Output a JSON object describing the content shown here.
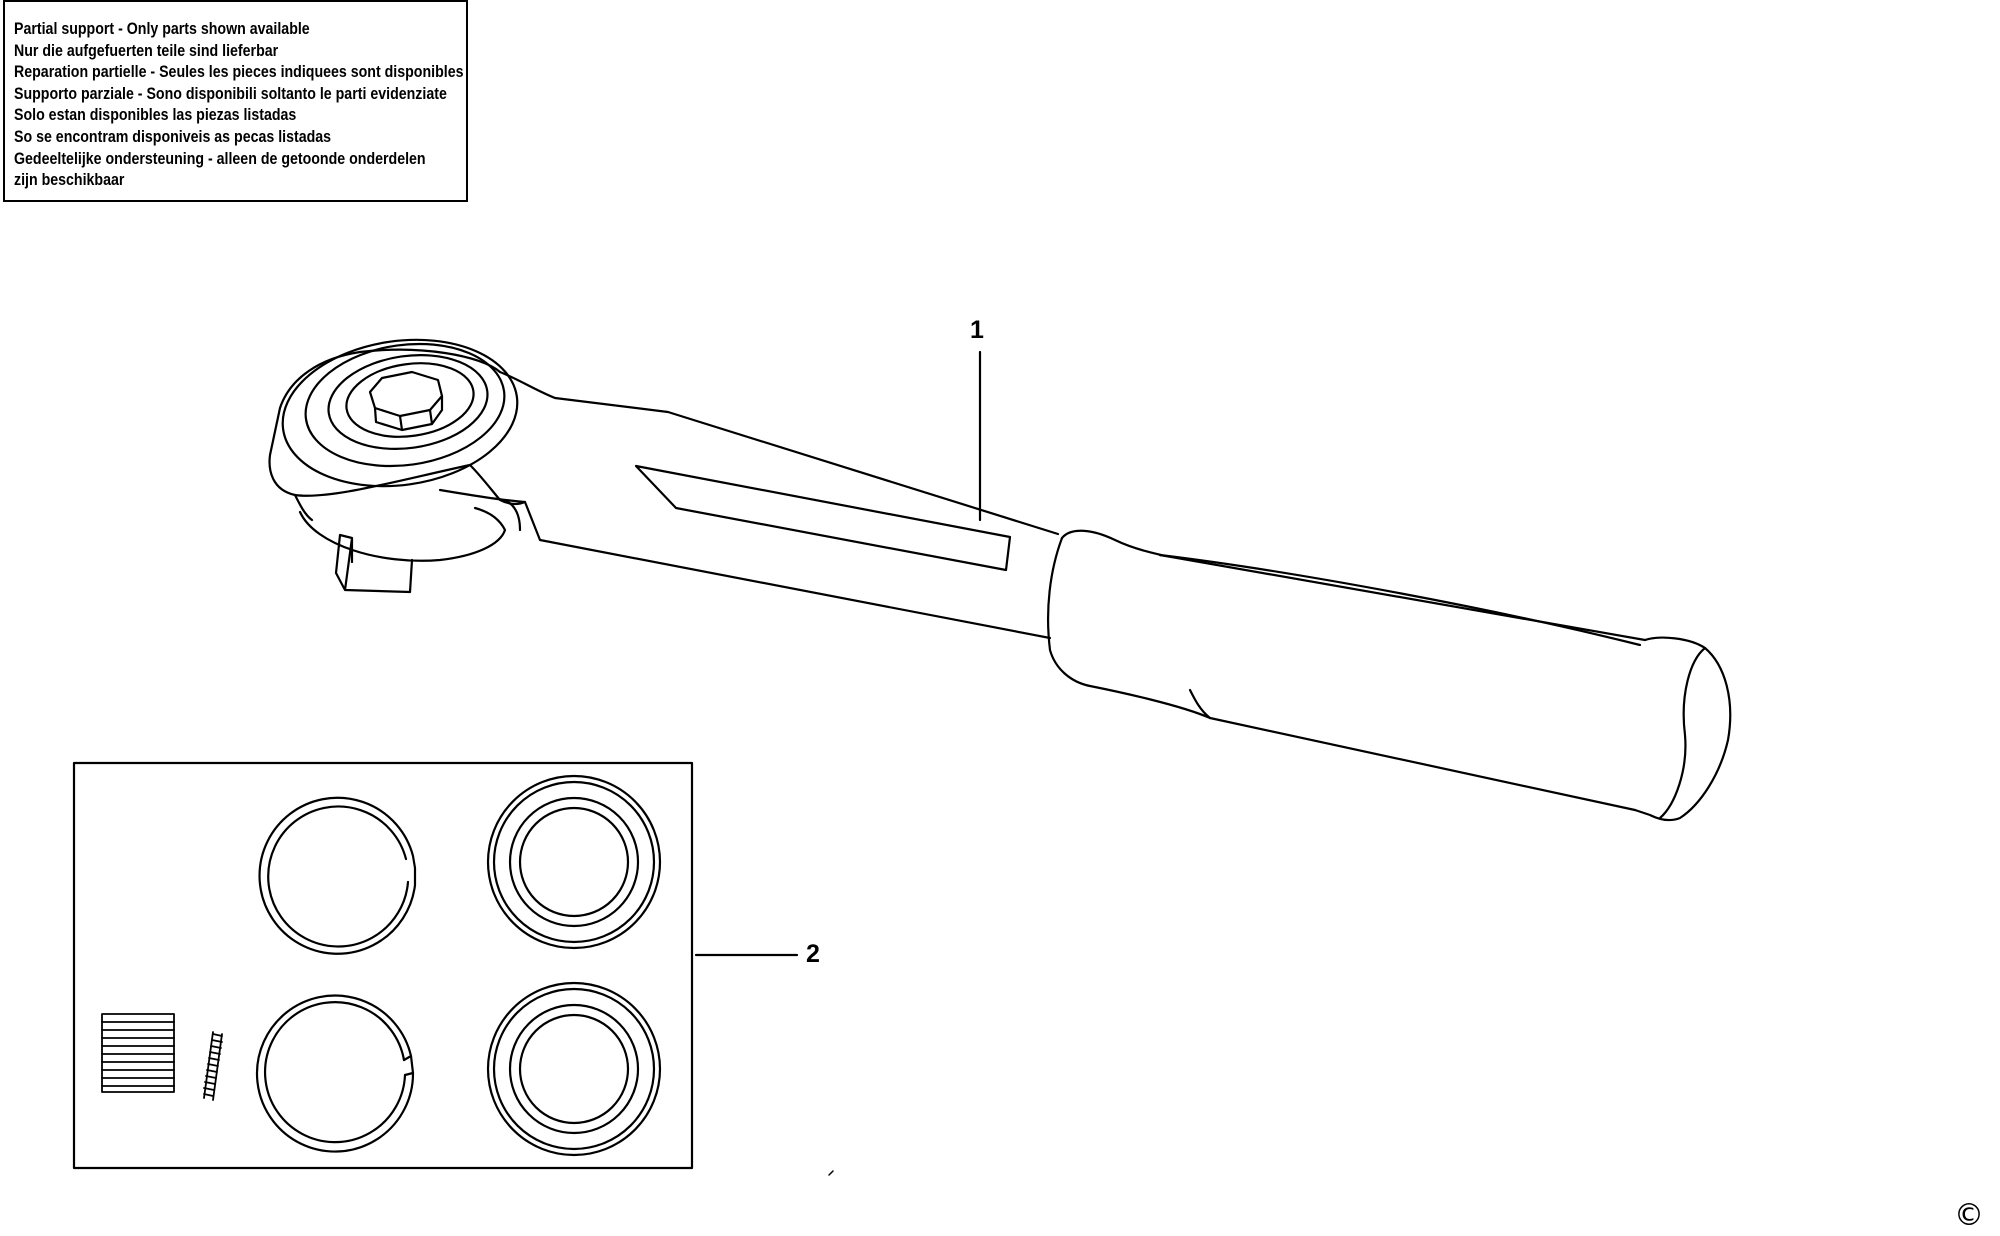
{
  "notice": {
    "lines": [
      "Partial support - Only parts shown available",
      "Nur die aufgefuerten teile sind lieferbar",
      "Reparation partielle - Seules les pieces indiquees sont disponibles",
      "Supporto parziale - Sono disponibili soltanto le parti evidenziate",
      "Solo estan disponibles las piezas listadas",
      "So se encontram disponiveis as pecas listadas",
      "Gedeeltelijke ondersteuning - alleen de getoonde onderdelen",
      "zijn beschikbaar"
    ]
  },
  "callouts": {
    "part1": "1",
    "part2": "2"
  },
  "copyright": "©"
}
